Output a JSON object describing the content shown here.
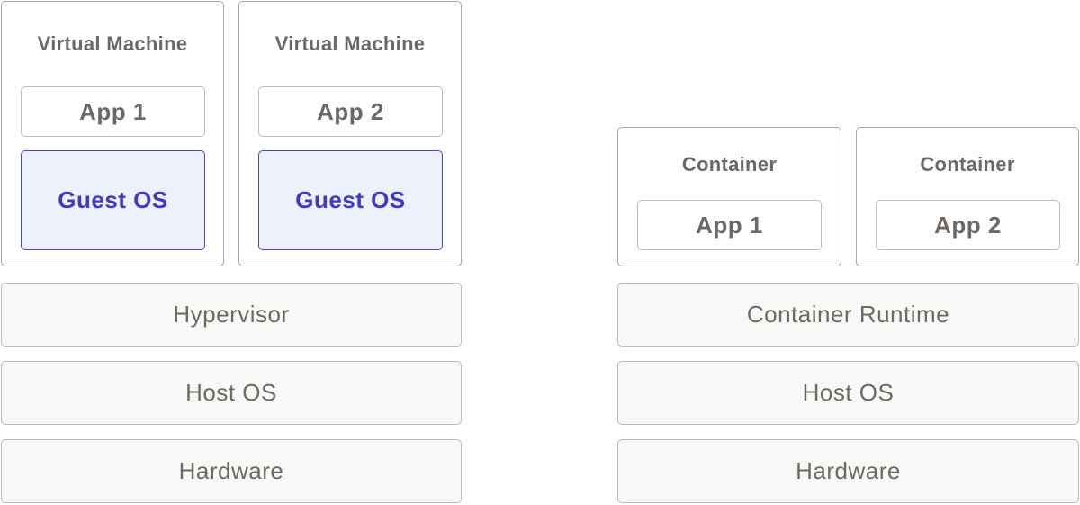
{
  "vm_stack": {
    "machines": [
      {
        "title": "Virtual Machine",
        "app": "App 1",
        "guest_os": "Guest OS"
      },
      {
        "title": "Virtual Machine",
        "app": "App 2",
        "guest_os": "Guest OS"
      }
    ],
    "layers": {
      "hypervisor": "Hypervisor",
      "host_os": "Host OS",
      "hardware": "Hardware"
    }
  },
  "container_stack": {
    "containers": [
      {
        "title": "Container",
        "app": "App 1"
      },
      {
        "title": "Container",
        "app": "App 2"
      }
    ],
    "layers": {
      "runtime": "Container Runtime",
      "host_os": "Host OS",
      "hardware": "Hardware"
    }
  },
  "colors": {
    "border": "#a9a6a4",
    "layer_fill": "#f8f8f6",
    "text": "#6e6864",
    "guest_os_fill": "#edf1fc",
    "guest_os_accent": "#3f39c4"
  }
}
